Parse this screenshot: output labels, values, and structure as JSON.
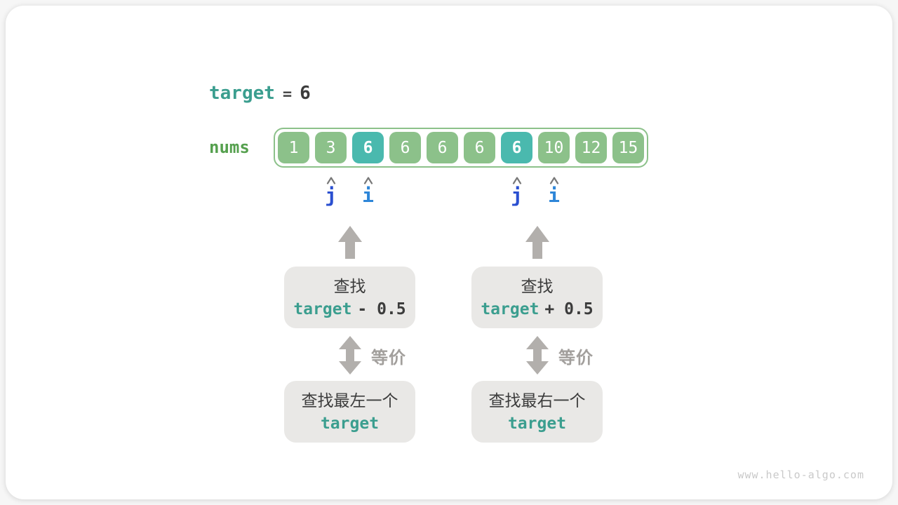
{
  "colors": {
    "cell-green": "#8cc18a",
    "cell-teal": "#4ab9ae",
    "label-green": "#55a04e",
    "keyword-teal": "#3b9e8f",
    "text-dark": "#3c3c3c",
    "arrow-gray": "#b2afac",
    "box-bg": "#e9e8e6",
    "equiv-gray": "#a29f9c",
    "caret-gray": "#787878",
    "j-blue": "#2a4fd0",
    "i-blue": "#2e86d8",
    "watermark-gray": "#c9c9c9"
  },
  "title": {
    "keyword": "target",
    "operator": "=",
    "value": "6"
  },
  "array": {
    "label": "nums",
    "cells": [
      "1",
      "3",
      "6",
      "6",
      "6",
      "6",
      "6",
      "10",
      "12",
      "15"
    ],
    "highlight_indexes": [
      2,
      6
    ]
  },
  "pointers": [
    {
      "label": "j",
      "cell_index": 1,
      "color_key": "j-blue"
    },
    {
      "label": "i",
      "cell_index": 2,
      "color_key": "i-blue"
    },
    {
      "label": "j",
      "cell_index": 6,
      "color_key": "j-blue"
    },
    {
      "label": "i",
      "cell_index": 7,
      "color_key": "i-blue"
    }
  ],
  "columns": [
    {
      "search_line1": "查找",
      "search_keyword": "target",
      "search_rest": "- 0.5",
      "equivalence": "等价",
      "result_line1": "查找最左一个",
      "result_keyword": "target"
    },
    {
      "search_line1": "查找",
      "search_keyword": "target",
      "search_rest": "+ 0.5",
      "equivalence": "等价",
      "result_line1": "查找最右一个",
      "result_keyword": "target"
    }
  ],
  "watermark": "www.hello-algo.com"
}
